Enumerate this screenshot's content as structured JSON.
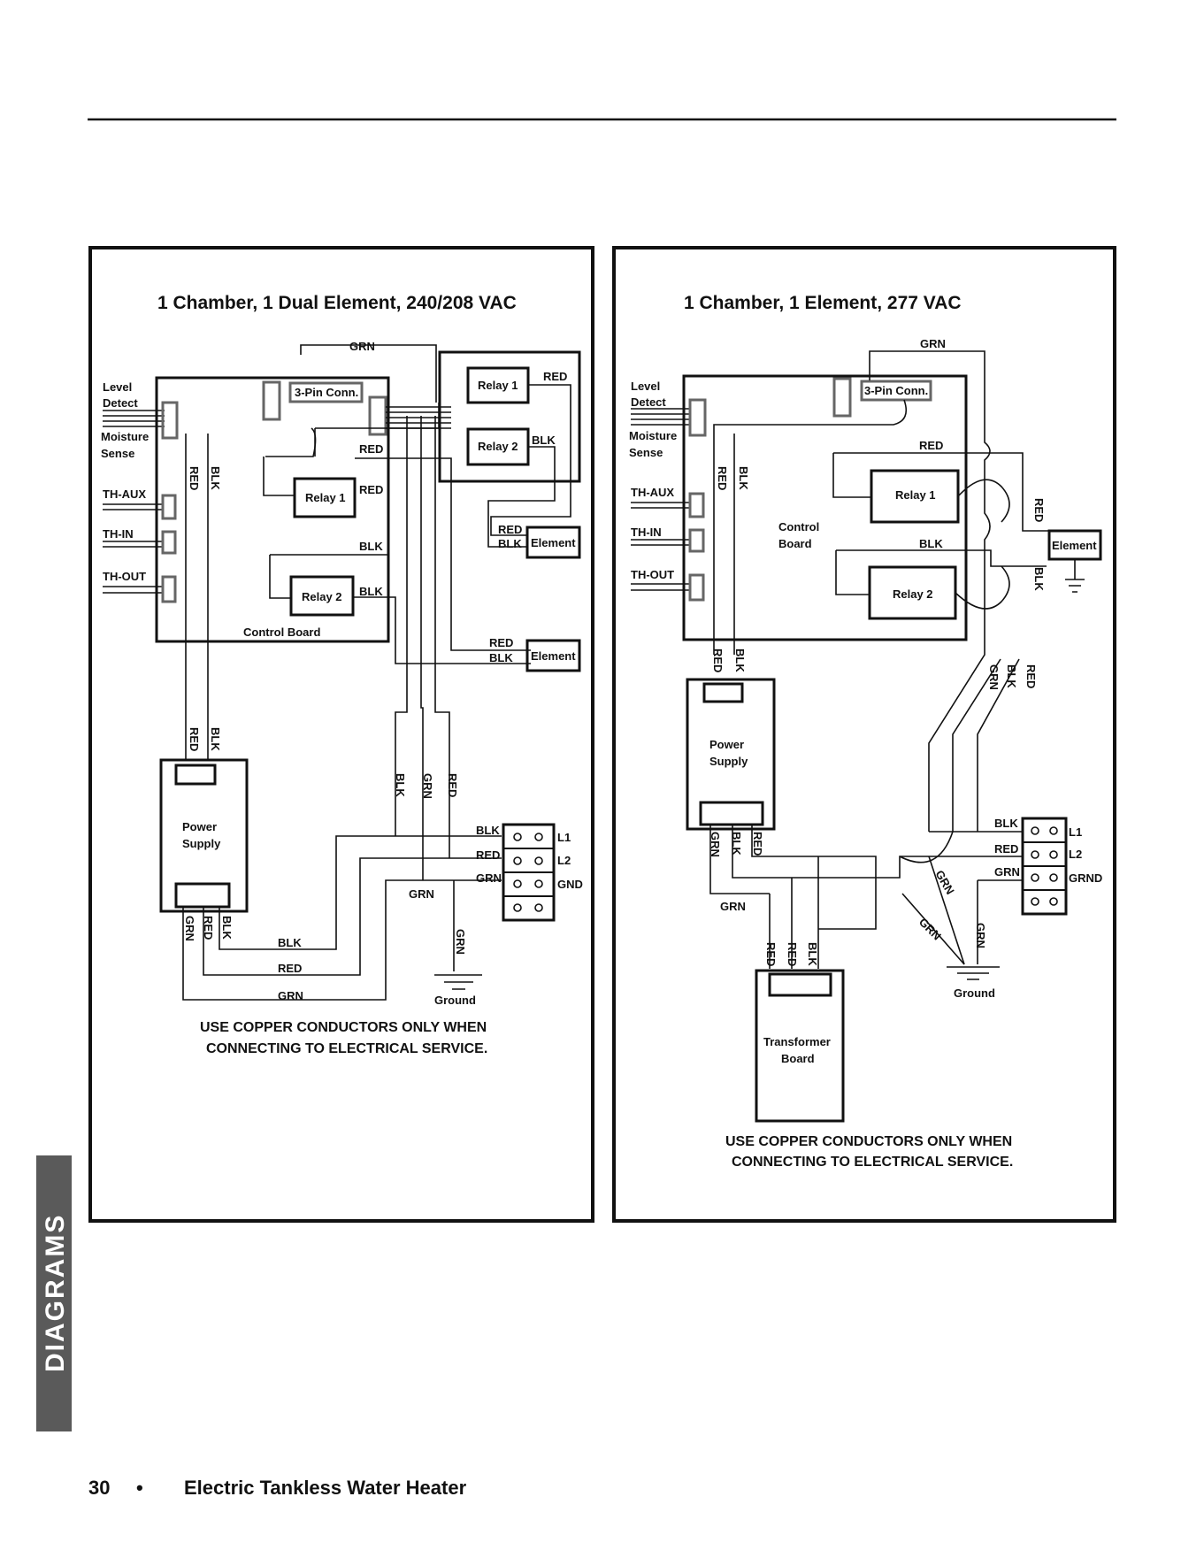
{
  "side_tab": "DIAGRAMS",
  "footer": {
    "page_number": "30",
    "bullet": "•",
    "title": "Electric Tankless Water Heater"
  },
  "diagram_left": {
    "title": "1 Chamber, 1 Dual Element, 240/208 VAC",
    "inputs": [
      "Level",
      "Detect",
      "Moisture",
      "Sense",
      "TH-AUX",
      "TH-IN",
      "TH-OUT"
    ],
    "control_board": "Control Board",
    "connector": "3-Pin Conn.",
    "relay1": "Relay 1",
    "relay2": "Relay 2",
    "element": "Element",
    "power_supply": [
      "Power",
      "Supply"
    ],
    "terminals": [
      "L1",
      "L2",
      "GND"
    ],
    "ground": "Ground",
    "wires": {
      "grn": "GRN",
      "red": "RED",
      "blk": "BLK"
    },
    "note": [
      "USE COPPER CONDUCTORS ONLY WHEN",
      "CONNECTING TO ELECTRICAL SERVICE."
    ]
  },
  "diagram_right": {
    "title": "1 Chamber, 1 Element, 277 VAC",
    "inputs": [
      "Level",
      "Detect",
      "Moisture",
      "Sense",
      "TH-AUX",
      "TH-IN",
      "TH-OUT"
    ],
    "control_board": [
      "Control",
      "Board"
    ],
    "connector": "3-Pin Conn.",
    "relay1": "Relay 1",
    "relay2": "Relay 2",
    "element": "Element",
    "power_supply": [
      "Power",
      "Supply"
    ],
    "transformer": [
      "Transformer",
      "Board"
    ],
    "terminals": [
      "L1",
      "L2",
      "GRND"
    ],
    "ground": "Ground",
    "wires": {
      "grn": "GRN",
      "red": "RED",
      "blk": "BLK"
    },
    "note": [
      "USE COPPER CONDUCTORS ONLY WHEN",
      "CONNECTING TO ELECTRICAL SERVICE."
    ]
  }
}
